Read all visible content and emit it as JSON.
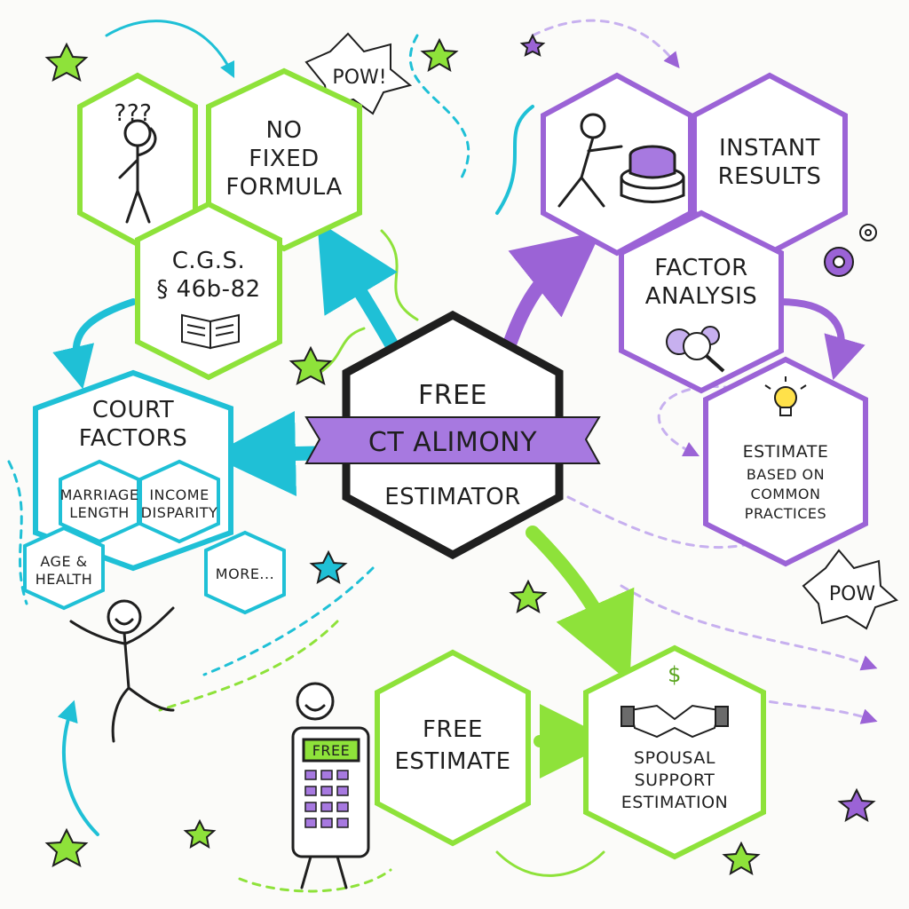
{
  "center": {
    "line1": "FREE",
    "banner": "CT ALIMONY",
    "line3": "ESTIMATOR"
  },
  "left_cluster": {
    "no_fixed_formula": [
      "NO",
      "FIXED",
      "FORMULA"
    ],
    "statute": [
      "C.G.S.",
      "§ 46b-82"
    ],
    "question_marks": "???"
  },
  "court_factors": {
    "title": [
      "COURT",
      "FACTORS"
    ],
    "marriage_length": [
      "MARRIAGE",
      "LENGTH"
    ],
    "income_disparity": [
      "INCOME",
      "DISPARITY"
    ],
    "age_health": [
      "AGE &",
      "HEALTH"
    ],
    "more": "MORE..."
  },
  "right_cluster": {
    "instant_results": [
      "INSTANT",
      "RESULTS"
    ],
    "factor_analysis": [
      "FACTOR",
      "ANALYSIS"
    ],
    "estimate_practices": [
      "ESTIMATE",
      "BASED ON",
      "COMMON",
      "PRACTICES"
    ]
  },
  "bottom": {
    "free_estimate": [
      "FREE",
      "ESTIMATE"
    ],
    "spousal_support": [
      "SPOUSAL",
      "SUPPORT",
      "ESTIMATION"
    ],
    "calculator_label": "FREE",
    "dollar": "$"
  },
  "exclamations": {
    "pow_top": "POW!",
    "pow_right": "POW"
  },
  "colors": {
    "green": "#8ee23a",
    "purple": "#9b63d6",
    "cyan": "#1fc0d6",
    "ink": "#1f1f1f",
    "banner": "#a779e0"
  }
}
